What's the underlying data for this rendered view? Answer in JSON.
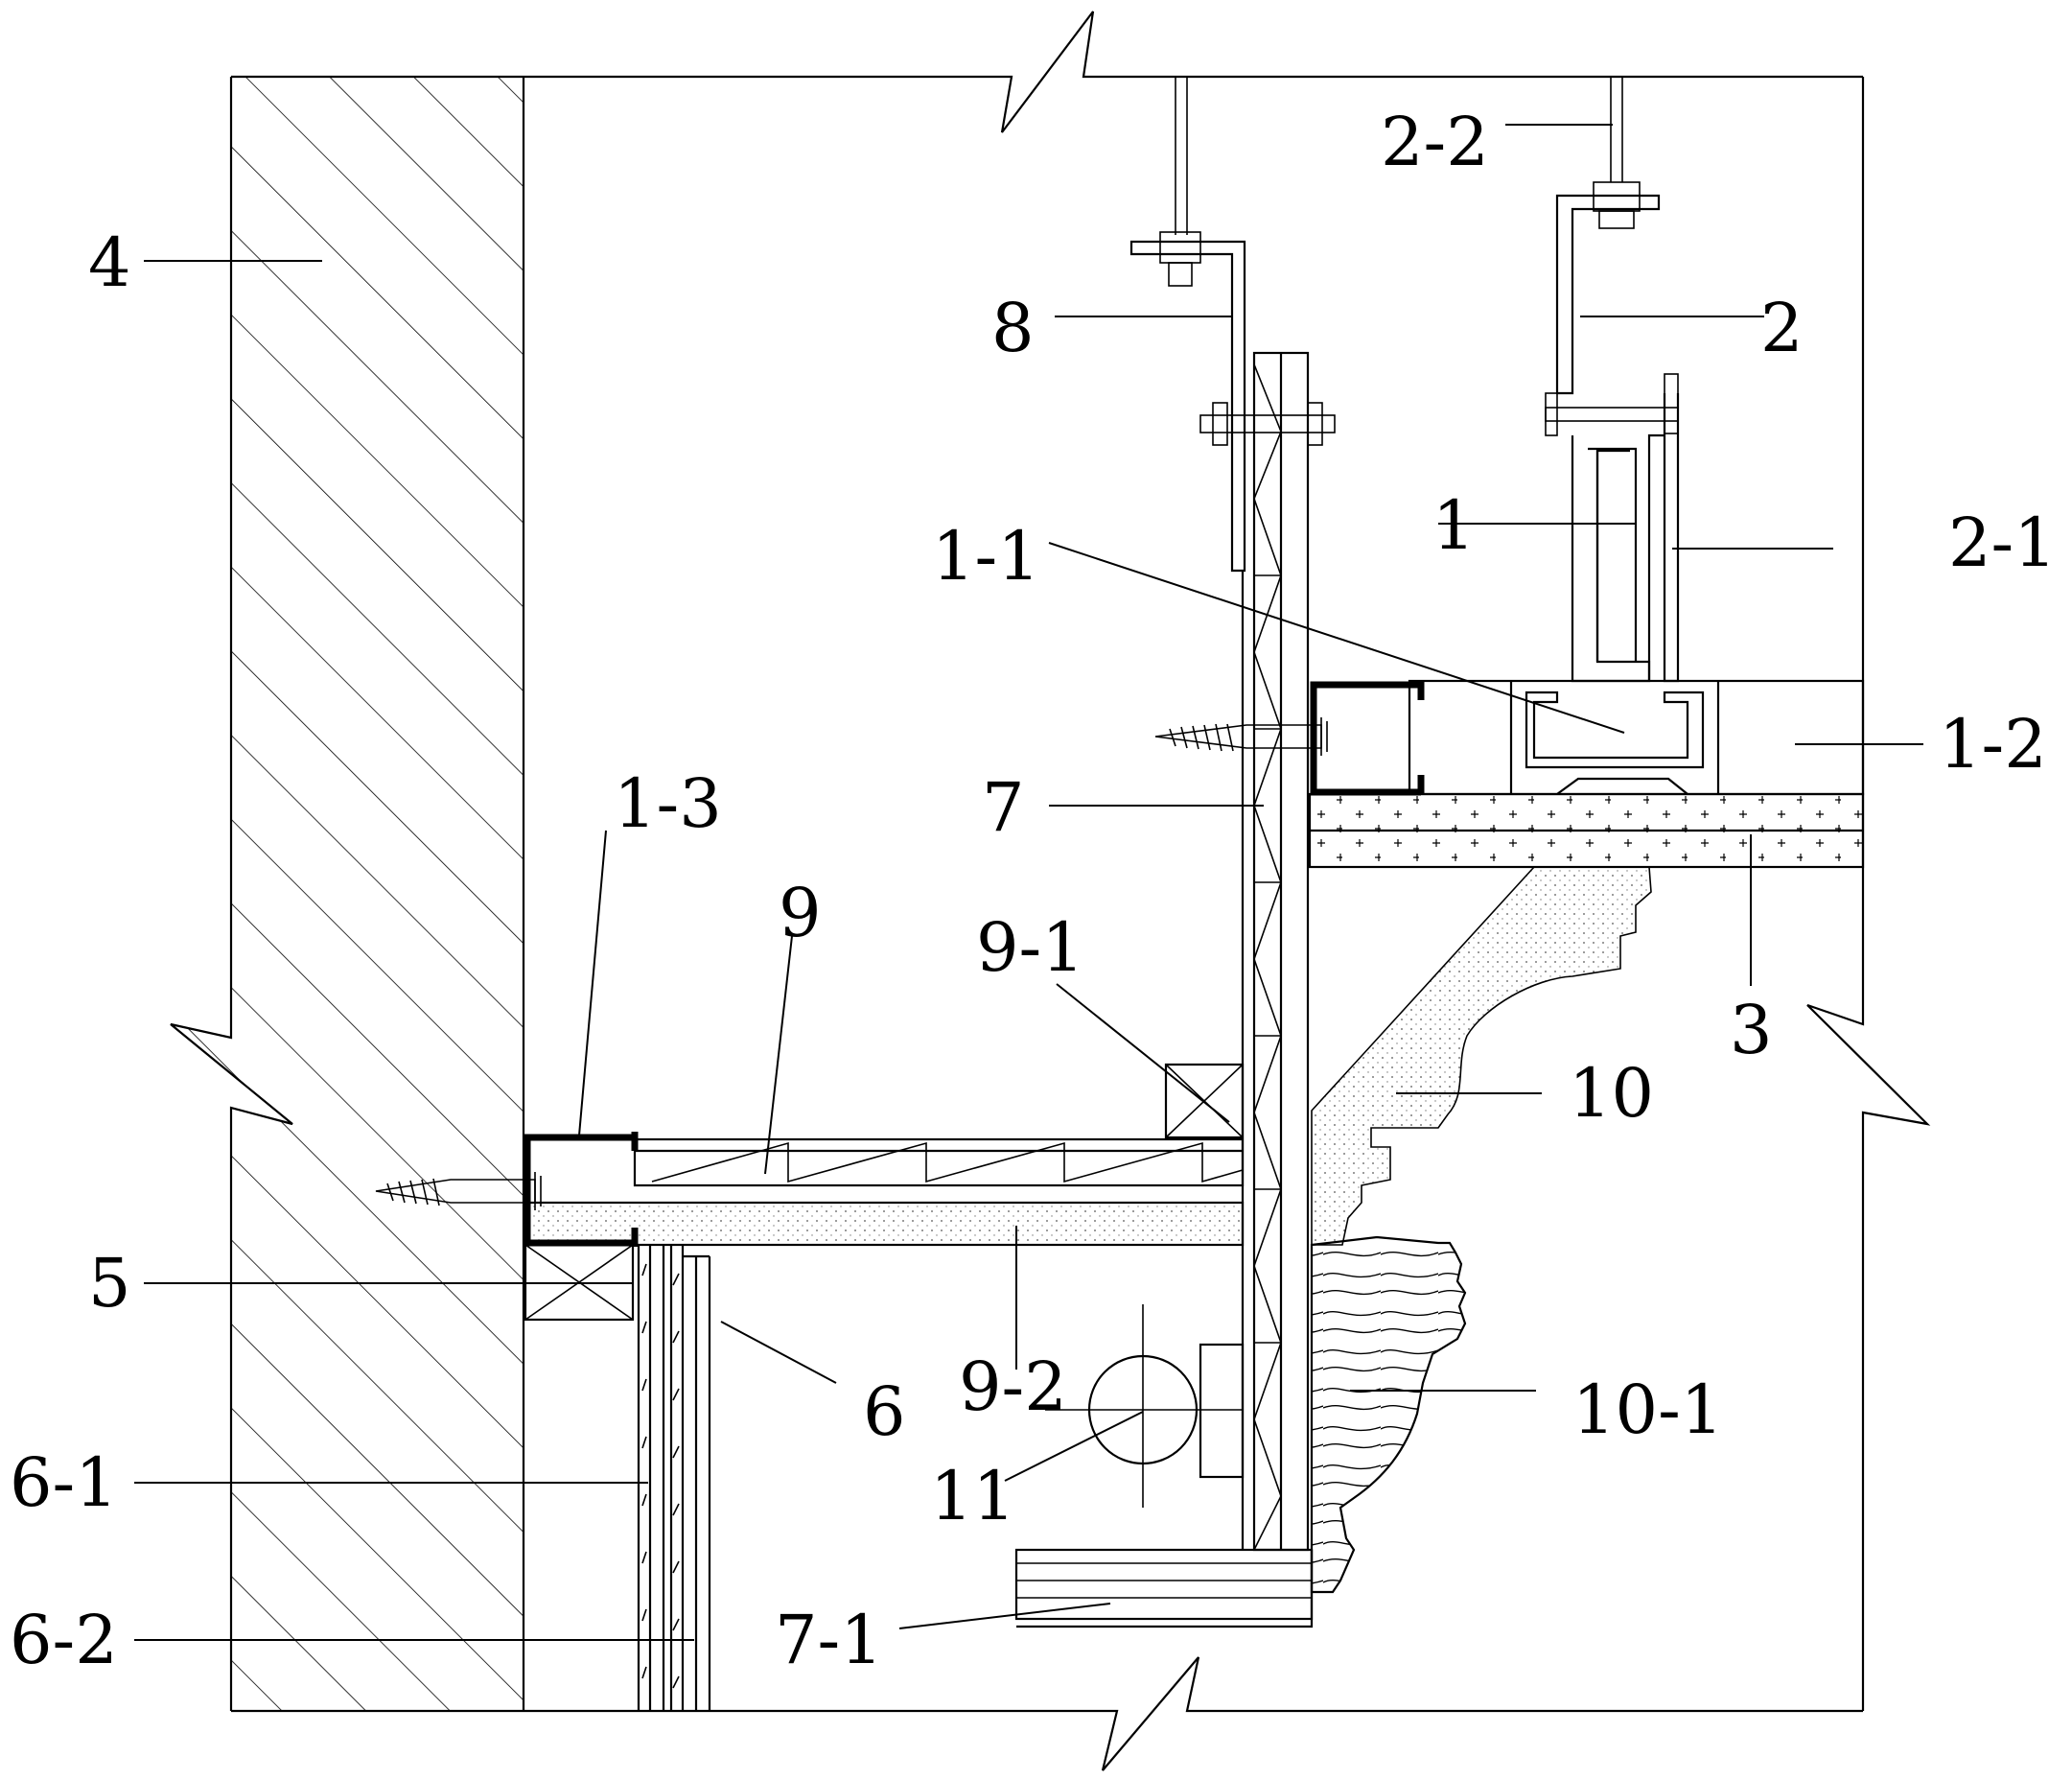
{
  "labels": {
    "l_4": "4",
    "l_8": "8",
    "l_2_2": "2-2",
    "l_2": "2",
    "l_1": "1",
    "l_2_1": "2-1",
    "l_1_1": "1-1",
    "l_1_2": "1-2",
    "l_7": "7",
    "l_1_3": "1-3",
    "l_9": "9",
    "l_9_1": "9-1",
    "l_3": "3",
    "l_10": "10",
    "l_5": "5",
    "l_6": "6",
    "l_9_2": "9-2",
    "l_10_1": "10-1",
    "l_11": "11",
    "l_6_1": "6-1",
    "l_6_2": "6-2",
    "l_7_1": "7-1"
  }
}
